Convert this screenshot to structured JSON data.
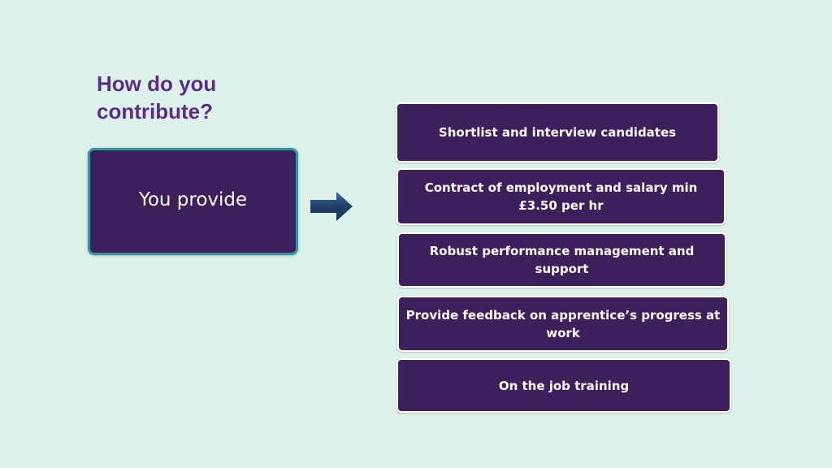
{
  "slide": {
    "title": "How do you contribute?"
  },
  "provide_box": {
    "label": "You provide"
  },
  "items": [
    {
      "label": "Shortlist and interview candidates"
    },
    {
      "label": "Contract of employment and salary min  £3.50 per hr"
    },
    {
      "label": "Robust performance management and support"
    },
    {
      "label": "Provide feedback on apprentice’s progress at work"
    },
    {
      "label": "On the job training"
    }
  ],
  "icons": {
    "arrow": "arrow-right-icon"
  },
  "colors": {
    "background": "#ddf2ea",
    "title": "#5a2d8c",
    "box_fill": "#3d1f5c",
    "box_border_accent": "#2e9a99",
    "arrow": "#1f3f68"
  }
}
